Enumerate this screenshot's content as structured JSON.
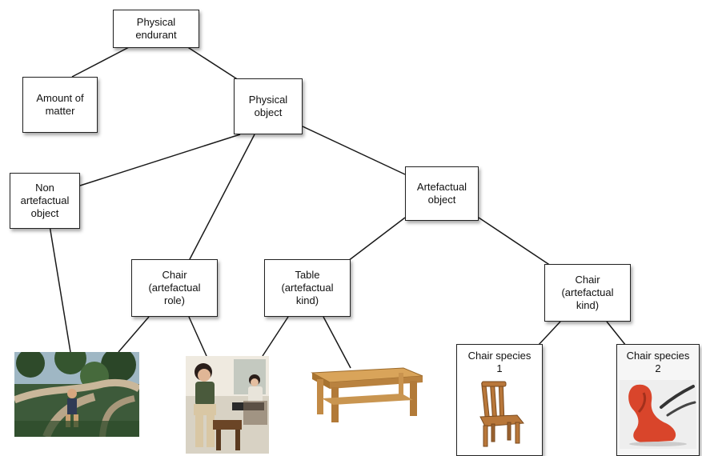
{
  "diagram": {
    "nodes": {
      "physical_endurant": {
        "lines": [
          "Physical",
          "endurant"
        ]
      },
      "amount_of_matter": {
        "lines": [
          "Amount of",
          "matter"
        ]
      },
      "physical_object": {
        "lines": [
          "Physical",
          "object"
        ]
      },
      "non_artefactual_object": {
        "lines": [
          "Non",
          "artefactual",
          "object"
        ]
      },
      "artefactual_object": {
        "lines": [
          "Artefactual",
          "object"
        ]
      },
      "chair_role": {
        "lines": [
          "Chair",
          "(artefactual",
          "role)"
        ]
      },
      "table_kind": {
        "lines": [
          "Table",
          "(artefactual",
          "kind)"
        ]
      },
      "chair_kind": {
        "lines": [
          "Chair",
          "(artefactual",
          "kind)"
        ]
      },
      "chair_species_1": {
        "lines": [
          "Chair species",
          "1"
        ]
      },
      "chair_species_2": {
        "lines": [
          "Chair species",
          "2"
        ]
      }
    },
    "images": [
      "tree-photo",
      "seated-people-photo",
      "wooden-table-photo",
      "wooden-chair-photo",
      "red-chair-photo"
    ]
  }
}
